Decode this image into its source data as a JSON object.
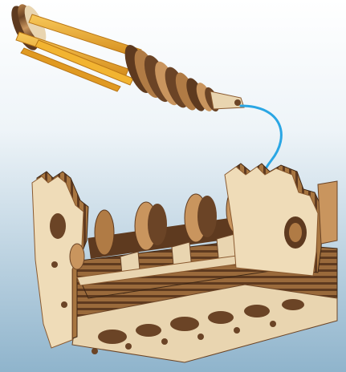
{
  "scene": {
    "background": {
      "top": "#ffffff",
      "bottom": "#8fb4cc"
    },
    "colors": {
      "wood_light": "#e9d5b0",
      "wood_mid": "#c9a36e",
      "wood_dark": "#6b4426",
      "rail_yellow": "#f2b431",
      "rail_yellow_dark": "#d08a18",
      "arrow_blue": "#2aa6e4"
    },
    "parts": [
      {
        "name": "piston-rod-assembly",
        "icon": "piston-icon"
      },
      {
        "name": "engine-block",
        "icon": "engine-block-icon"
      },
      {
        "name": "insertion-arrow",
        "icon": "curved-arrow-icon"
      }
    ]
  }
}
